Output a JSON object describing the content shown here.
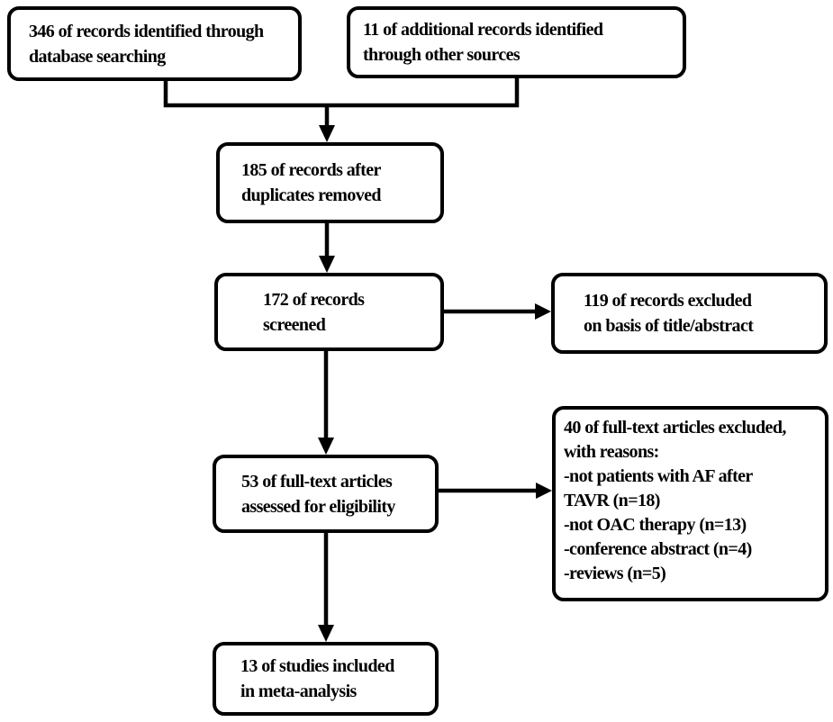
{
  "colors": {
    "background": "#ffffff",
    "line": "#000000",
    "box_fill": "#ffffff",
    "text": "#000000"
  },
  "boxes": {
    "identified": {
      "count": "346",
      "text": "346 of records identified through\ndatabase searching"
    },
    "additional": {
      "count": "11",
      "text": "11 of additional records identified\nthrough other sources"
    },
    "deduplicated": {
      "count": "185",
      "text": "185 of records after\nduplicates removed"
    },
    "screened": {
      "count": "172",
      "text": "172 of records\nscreened"
    },
    "excluded_screening": {
      "count": "119",
      "text": "119 of records excluded\non basis of title/abstract"
    },
    "fulltext_assessed": {
      "count": "53",
      "text": "53 of full-text articles\nassessed for eligibility"
    },
    "excluded_fulltext": {
      "count": "40",
      "text": "40 of full-text articles excluded,\nwith reasons:\n-not patients with AF after\nTAVR (n=18)\n-not OAC therapy (n=13)\n-conference abstract (n=4)\n-reviews (n=5)"
    },
    "included": {
      "count": "13",
      "text": "13 of studies included\nin meta-analysis"
    }
  }
}
